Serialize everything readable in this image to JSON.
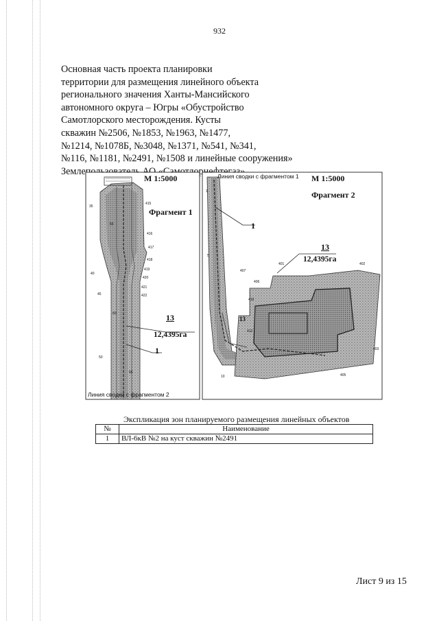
{
  "page_number": "932",
  "title_lines": [
    "Основная часть проекта планировки",
    "территории для размещения линейного объекта",
    "регионального значения Ханты-Мансийского",
    "автономного округа – Югры «Обустройство",
    "Самотлорского месторождения. Кусты",
    "скважин №2506, №1853, №1963, №1477,",
    "№1214, №1078Б, №3048, №1371, №541, №341,",
    "№116, №1181, №2491, №1508 и линейные сооружения»",
    "Землепользователь АО «Самотлорнефтегаз»"
  ],
  "fragment1": {
    "scale": "М 1:5000",
    "name": "Фрагмент 1",
    "zone_number": "13",
    "area": "12,4395га",
    "object_label": "1",
    "junction_label": "Линия сводки с фрагментом 2",
    "point_numbers": [
      "415",
      "416",
      "417",
      "418",
      "419",
      "420",
      "421",
      "422",
      "35",
      "40",
      "45",
      "50",
      "55",
      "60",
      "65"
    ]
  },
  "fragment2": {
    "scale": "М 1:5000",
    "name": "Фрагмент 2",
    "zone_number": "13",
    "area": "12,4395га",
    "object_label": "1",
    "junction_label": "Линия сводки с фрагментом 1",
    "point_numbers": [
      "1",
      "5",
      "10",
      "401",
      "402",
      "403",
      "405",
      "406",
      "407",
      "410",
      "412",
      "13"
    ]
  },
  "legend": {
    "title": "Экспликация зон планируемого размещения линейных объектов",
    "header": {
      "num": "№",
      "name": "Наименование"
    },
    "rows": [
      {
        "num": "1",
        "name": "ВЛ-6кВ №2 на куст скважин №2491"
      }
    ]
  },
  "sheet_label": "Лист 9 из 15"
}
